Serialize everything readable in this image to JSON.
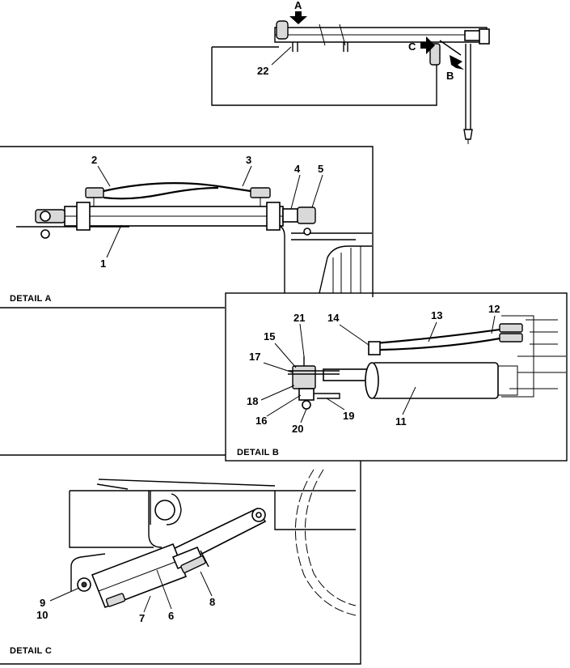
{
  "overview": {
    "view_a": "A",
    "view_b": "B",
    "view_c": "C",
    "callout_22": "22"
  },
  "detail_a": {
    "title": "DETAIL A",
    "callouts": {
      "c1": "1",
      "c2": "2",
      "c3": "3",
      "c4": "4",
      "c5": "5"
    }
  },
  "detail_b": {
    "title": "DETAIL B",
    "callouts": {
      "c11": "11",
      "c12": "12",
      "c13": "13",
      "c14": "14",
      "c15": "15",
      "c16": "16",
      "c17": "17",
      "c18": "18",
      "c19": "19",
      "c20": "20",
      "c21": "21"
    }
  },
  "detail_c": {
    "title": "DETAIL C",
    "callouts": {
      "c6": "6",
      "c7": "7",
      "c8": "8",
      "c9": "9",
      "c10": "10"
    }
  }
}
